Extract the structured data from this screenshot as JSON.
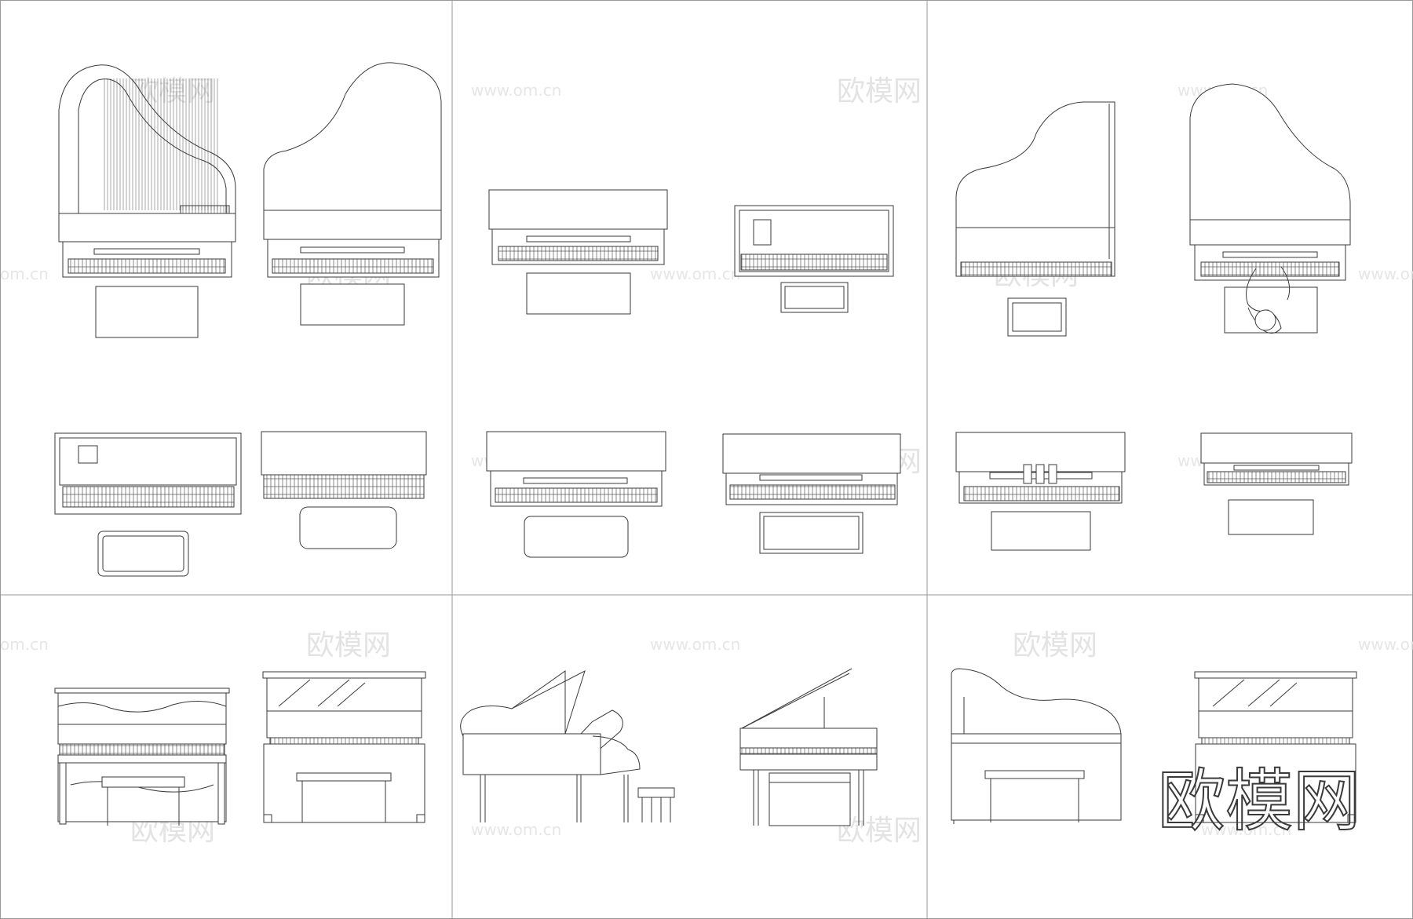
{
  "watermark": {
    "url_text": "www.om.cn",
    "url_text_short": "om.cn",
    "brand_text": "欧模网"
  },
  "brand_logo": {
    "text": "欧模网"
  },
  "colors": {
    "line": "#3a3a3a",
    "frame": "#9a9a9a",
    "watermark": "#e4e4e4"
  }
}
